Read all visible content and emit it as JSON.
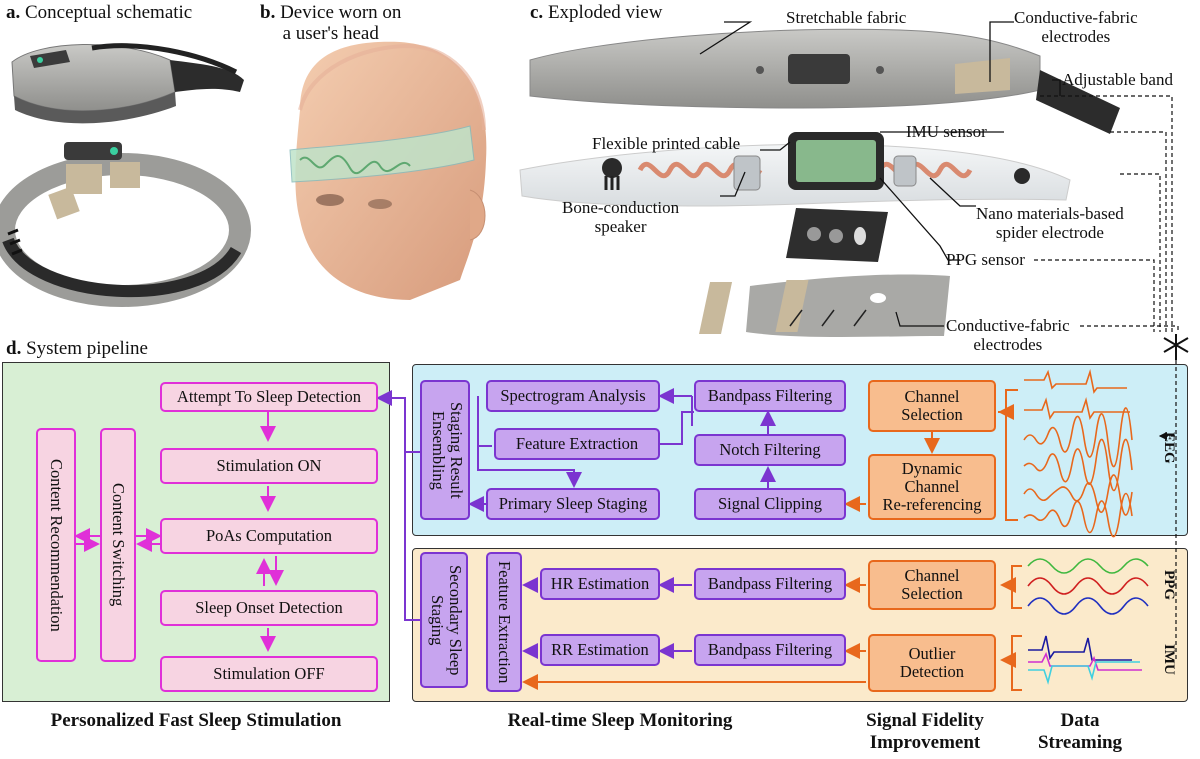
{
  "panels": {
    "a": {
      "letter": "a.",
      "title": "Conceptual schematic"
    },
    "b": {
      "letter": "b.",
      "title_line1": "Device worn on",
      "title_line2": "a user's head"
    },
    "c": {
      "letter": "c.",
      "title": "Exploded view"
    },
    "d": {
      "letter": "d.",
      "title": "System pipeline"
    }
  },
  "exploded_labels": {
    "stretchable_fabric": "Stretchable fabric",
    "conductive_fabric_top_1": "Conductive-fabric",
    "conductive_fabric_top_2": "electrodes",
    "adjustable_band": "Adjustable band",
    "flexible_cable": "Flexible printed cable",
    "imu_sensor": "IMU sensor",
    "bone_speaker_1": "Bone-conduction",
    "bone_speaker_2": "speaker",
    "nano_electrode_1": "Nano materials-based",
    "nano_electrode_2": "spider electrode",
    "ppg_sensor": "PPG sensor",
    "conductive_fabric_bottom_1": "Conductive-fabric",
    "conductive_fabric_bottom_2": "electrodes"
  },
  "stimulation": {
    "content_recommendation": "Content Recommendation",
    "content_switching": "Content Switching",
    "attempt": "Attempt To Sleep Detection",
    "stim_on": "Stimulation ON",
    "poas": "PoAs Computation",
    "onset": "Sleep Onset Detection",
    "stim_off": "Stimulation OFF"
  },
  "monitoring": {
    "staging_ensembling": "Staging Result Ensembling",
    "spectrogram": "Spectrogram Analysis",
    "feature_extraction": "Feature Extraction",
    "primary_staging": "Primary Sleep Staging",
    "secondary_staging": "Secondary Sleep Staging",
    "feature_extraction_2": "Feature Extraction",
    "hr_estimation": "HR Estimation",
    "rr_estimation": "RR Estimation"
  },
  "filtering": {
    "bandpass_eeg": "Bandpass Filtering",
    "notch": "Notch Filtering",
    "clipping": "Signal Clipping",
    "bandpass_ppg": "Bandpass Filtering",
    "bandpass_imu": "Bandpass Filtering"
  },
  "fidelity": {
    "channel_selection_eeg_1": "Channel",
    "channel_selection_eeg_2": "Selection",
    "dynamic_1": "Dynamic",
    "dynamic_2": "Channel",
    "dynamic_3": "Re-referencing",
    "channel_selection_ppg_1": "Channel",
    "channel_selection_ppg_2": "Selection",
    "outlier_1": "Outlier",
    "outlier_2": "Detection"
  },
  "signal_tags": {
    "eeg": "EEG",
    "ppg": "PPG",
    "imu": "IMU"
  },
  "section_labels": {
    "stimulation": "Personalized Fast Sleep Stimulation",
    "monitoring": "Real-time Sleep Monitoring",
    "fidelity_1": "Signal Fidelity",
    "fidelity_2": "Improvement",
    "streaming_1": "Data",
    "streaming_2": "Streaming"
  },
  "colors": {
    "stim_bg": "#d8efd4",
    "eeg_bg": "#cdeef7",
    "ppg_bg": "#fbeacb",
    "pink_arrow": "#e030d8",
    "purple_arrow": "#7b35d0",
    "orange_arrow": "#e8681c"
  }
}
